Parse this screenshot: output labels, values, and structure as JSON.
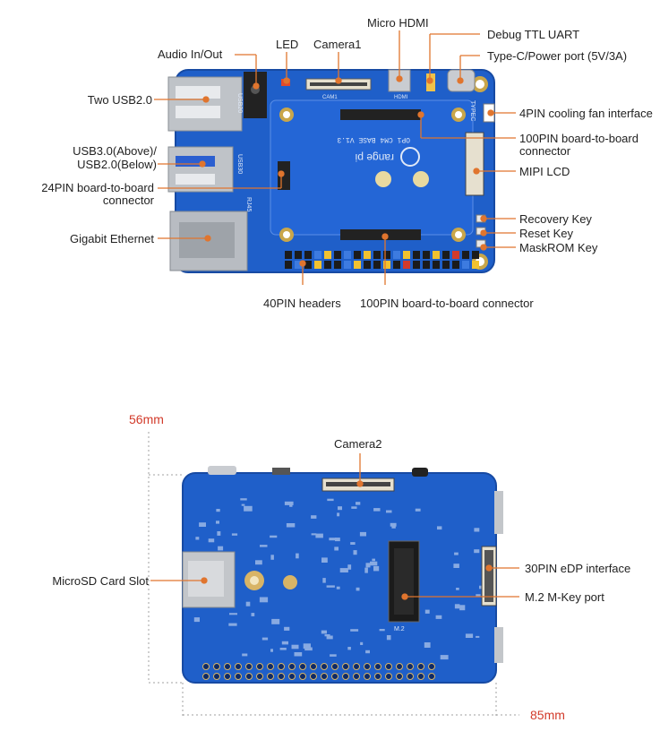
{
  "top_board": {
    "labels": {
      "audio": "Audio In/Out",
      "led": "LED",
      "camera1": "Camera1",
      "micro_hdmi": "Micro HDMI",
      "debug_uart": "Debug TTL UART",
      "type_c": "Type-C/Power port (5V/3A)",
      "usb2": "Two USB2.0",
      "usb3_line1": "USB3.0(Above)/",
      "usb3_line2": "USB2.0(Below)",
      "b2b24_line1": "24PIN board-to-board",
      "b2b24_line2": "connector",
      "ethernet": "Gigabit Ethernet",
      "fan": "4PIN cooling fan interface",
      "b2b100_line1": "100PIN board-to-board",
      "b2b100_line2": "connector",
      "mipi_lcd": "MIPI LCD",
      "recovery": "Recovery Key",
      "reset": "Reset Key",
      "maskrom": "MaskROM Key",
      "headers40": "40PIN headers",
      "b2b100_bottom": "100PIN board-to-board connector"
    },
    "silkscreen": {
      "brand": "range pi",
      "model": "OPi CM4 BASE V1.3",
      "rj45": "RJ45",
      "usb20": "USB20",
      "usb30": "USB30",
      "typec": "TYPEC",
      "cam1": "CAM1",
      "hdmi": "HDMI"
    }
  },
  "bottom_board": {
    "labels": {
      "camera2": "Camera2",
      "microsd": "MicroSD Card Slot",
      "edp": "30PIN eDP interface",
      "m2": "M.2 M-Key port"
    },
    "silkscreen": {
      "m2": "M.2"
    },
    "dimensions": {
      "height": "56mm",
      "width": "85mm"
    }
  },
  "colors": {
    "pcb": "#1f5fc9",
    "pcb_dark": "#174aa3",
    "leader": "#e0752e",
    "dimension": "#d23a2a"
  }
}
